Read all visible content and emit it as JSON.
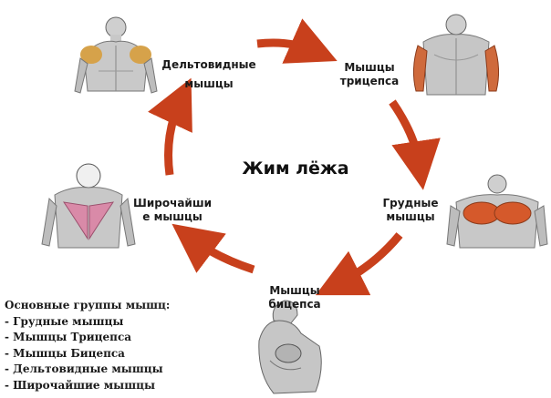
{
  "title": "Жим лёжа",
  "nodes": {
    "deltoid": {
      "line1": "Дельтовидные",
      "line2": "мышцы"
    },
    "triceps": {
      "line1": "Мышцы",
      "line2": "трицепса"
    },
    "chest": {
      "line1": "Грудные",
      "line2": "мышцы"
    },
    "biceps": {
      "line1": "Мышцы",
      "line2": "бицепса"
    },
    "lats": {
      "line1": "Широчайши",
      "line2": "е мышцы"
    }
  },
  "legend": {
    "heading": "Основные группы мышц:",
    "items": [
      "- Грудные мышцы",
      "- Мышцы Трицепса",
      "- Мышцы Бицепса",
      "- Дельтовидные мышцы",
      "- Широчайшие мышцы"
    ]
  },
  "colors": {
    "arrow": "#c8401c",
    "highlight": "#d5592b",
    "lats_highlight": "#d98aa8",
    "figure": "#bfbfbf",
    "figure_dark": "#6f6f6f"
  }
}
